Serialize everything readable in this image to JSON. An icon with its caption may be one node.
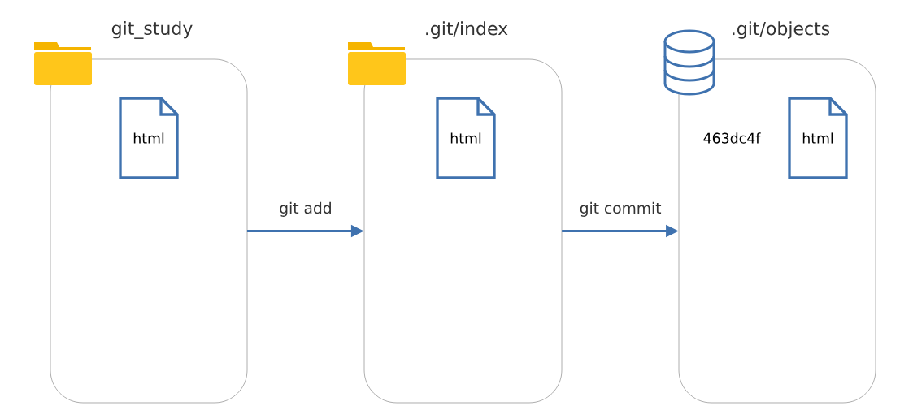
{
  "diagram": {
    "nodes": [
      {
        "text": [
          "git_study"
        ]
      },
      {
        "text": [
          "html"
        ],
        "in": 0
      },
      {
        "text": [
          ".git/index"
        ]
      },
      {
        "text": [
          "html"
        ],
        "in": 2
      },
      {
        "text": [
          ".git/objects"
        ]
      },
      {
        "text": [
          "html"
        ],
        "in": 4,
        "beside": [
          "463dc4f"
        ]
      }
    ],
    "edges": [
      {
        "from": 0,
        "to": 2,
        "arrow": "to",
        "label": "git add"
      },
      {
        "from": 2,
        "to": 4,
        "arrow": "to",
        "label": "git commit"
      }
    ]
  }
}
